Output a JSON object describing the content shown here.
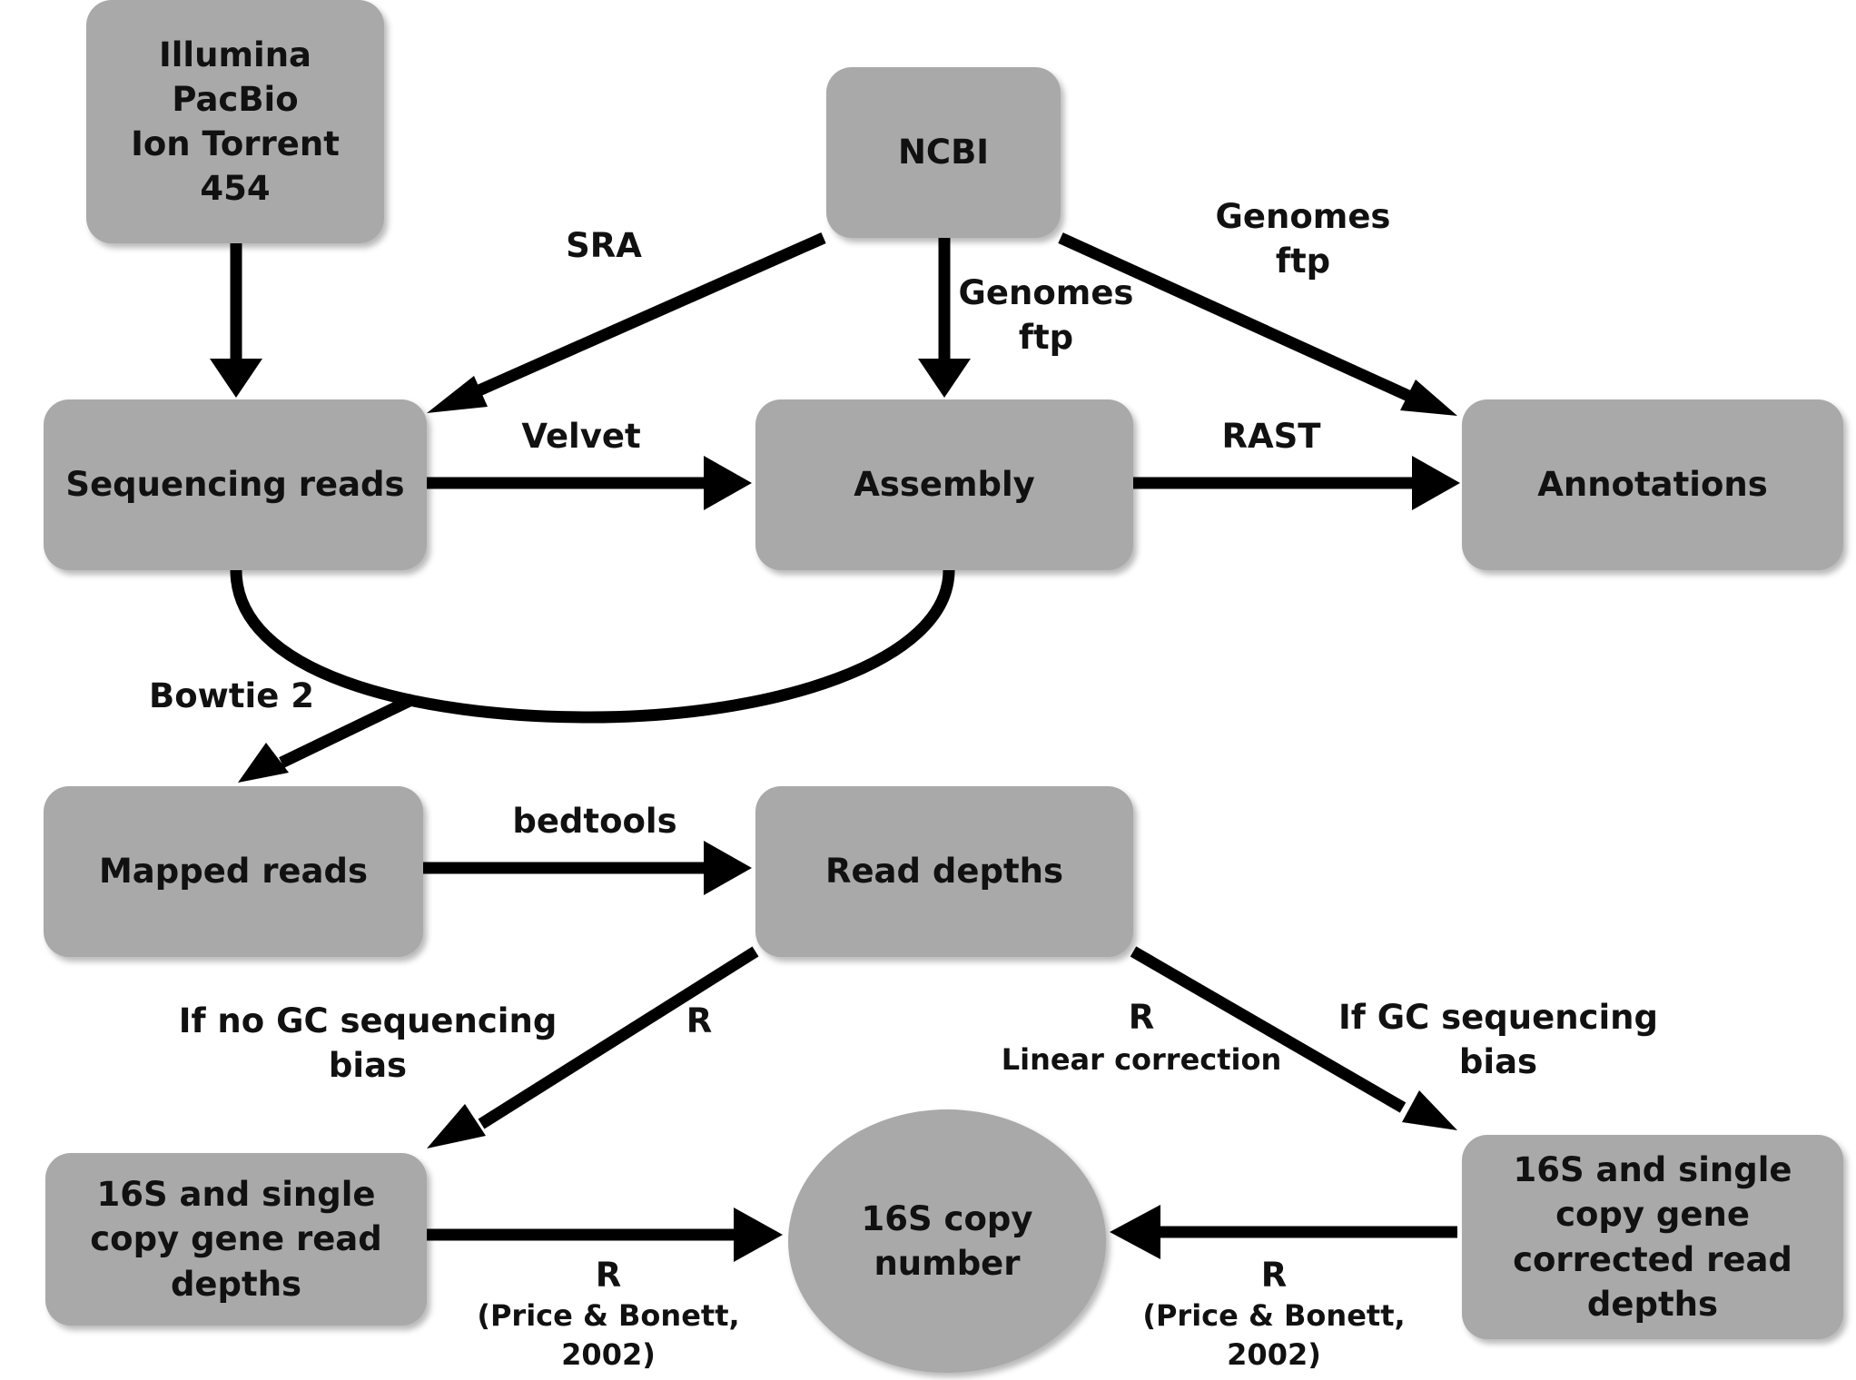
{
  "nodes": {
    "platforms": "Illumina\nPacBio\nIon Torrent\n454",
    "ncbi": "NCBI",
    "sequencing_reads": "Sequencing reads",
    "assembly": "Assembly",
    "annotations": "Annotations",
    "mapped_reads": "Mapped reads",
    "read_depths": "Read depths",
    "single_copy_depths": "16S and single\ncopy gene read\ndepths",
    "copy_number": "16S copy\nnumber",
    "corrected_depths": "16S and single\ncopy gene\ncorrected read\ndepths"
  },
  "edge_labels": {
    "sra": "SRA",
    "genomes_ftp_1": "Genomes\nftp",
    "genomes_ftp_2": "Genomes\nftp",
    "velvet": "Velvet",
    "rast": "RAST",
    "bowtie": "Bowtie 2",
    "bedtools": "bedtools",
    "no_gc_bias": "If no GC sequencing bias",
    "r_left": "R",
    "r_right": "R",
    "linear_correction": "Linear correction",
    "gc_bias": "If GC sequencing bias",
    "r_bottom_left": "R",
    "price_left": "(Price & Bonett, 2002)",
    "r_bottom_right": "R",
    "price_right": "(Price & Bonett, 2002)"
  },
  "colors": {
    "node_fill": "#a9a9a9",
    "arrow": "#000000",
    "text": "#111111"
  }
}
